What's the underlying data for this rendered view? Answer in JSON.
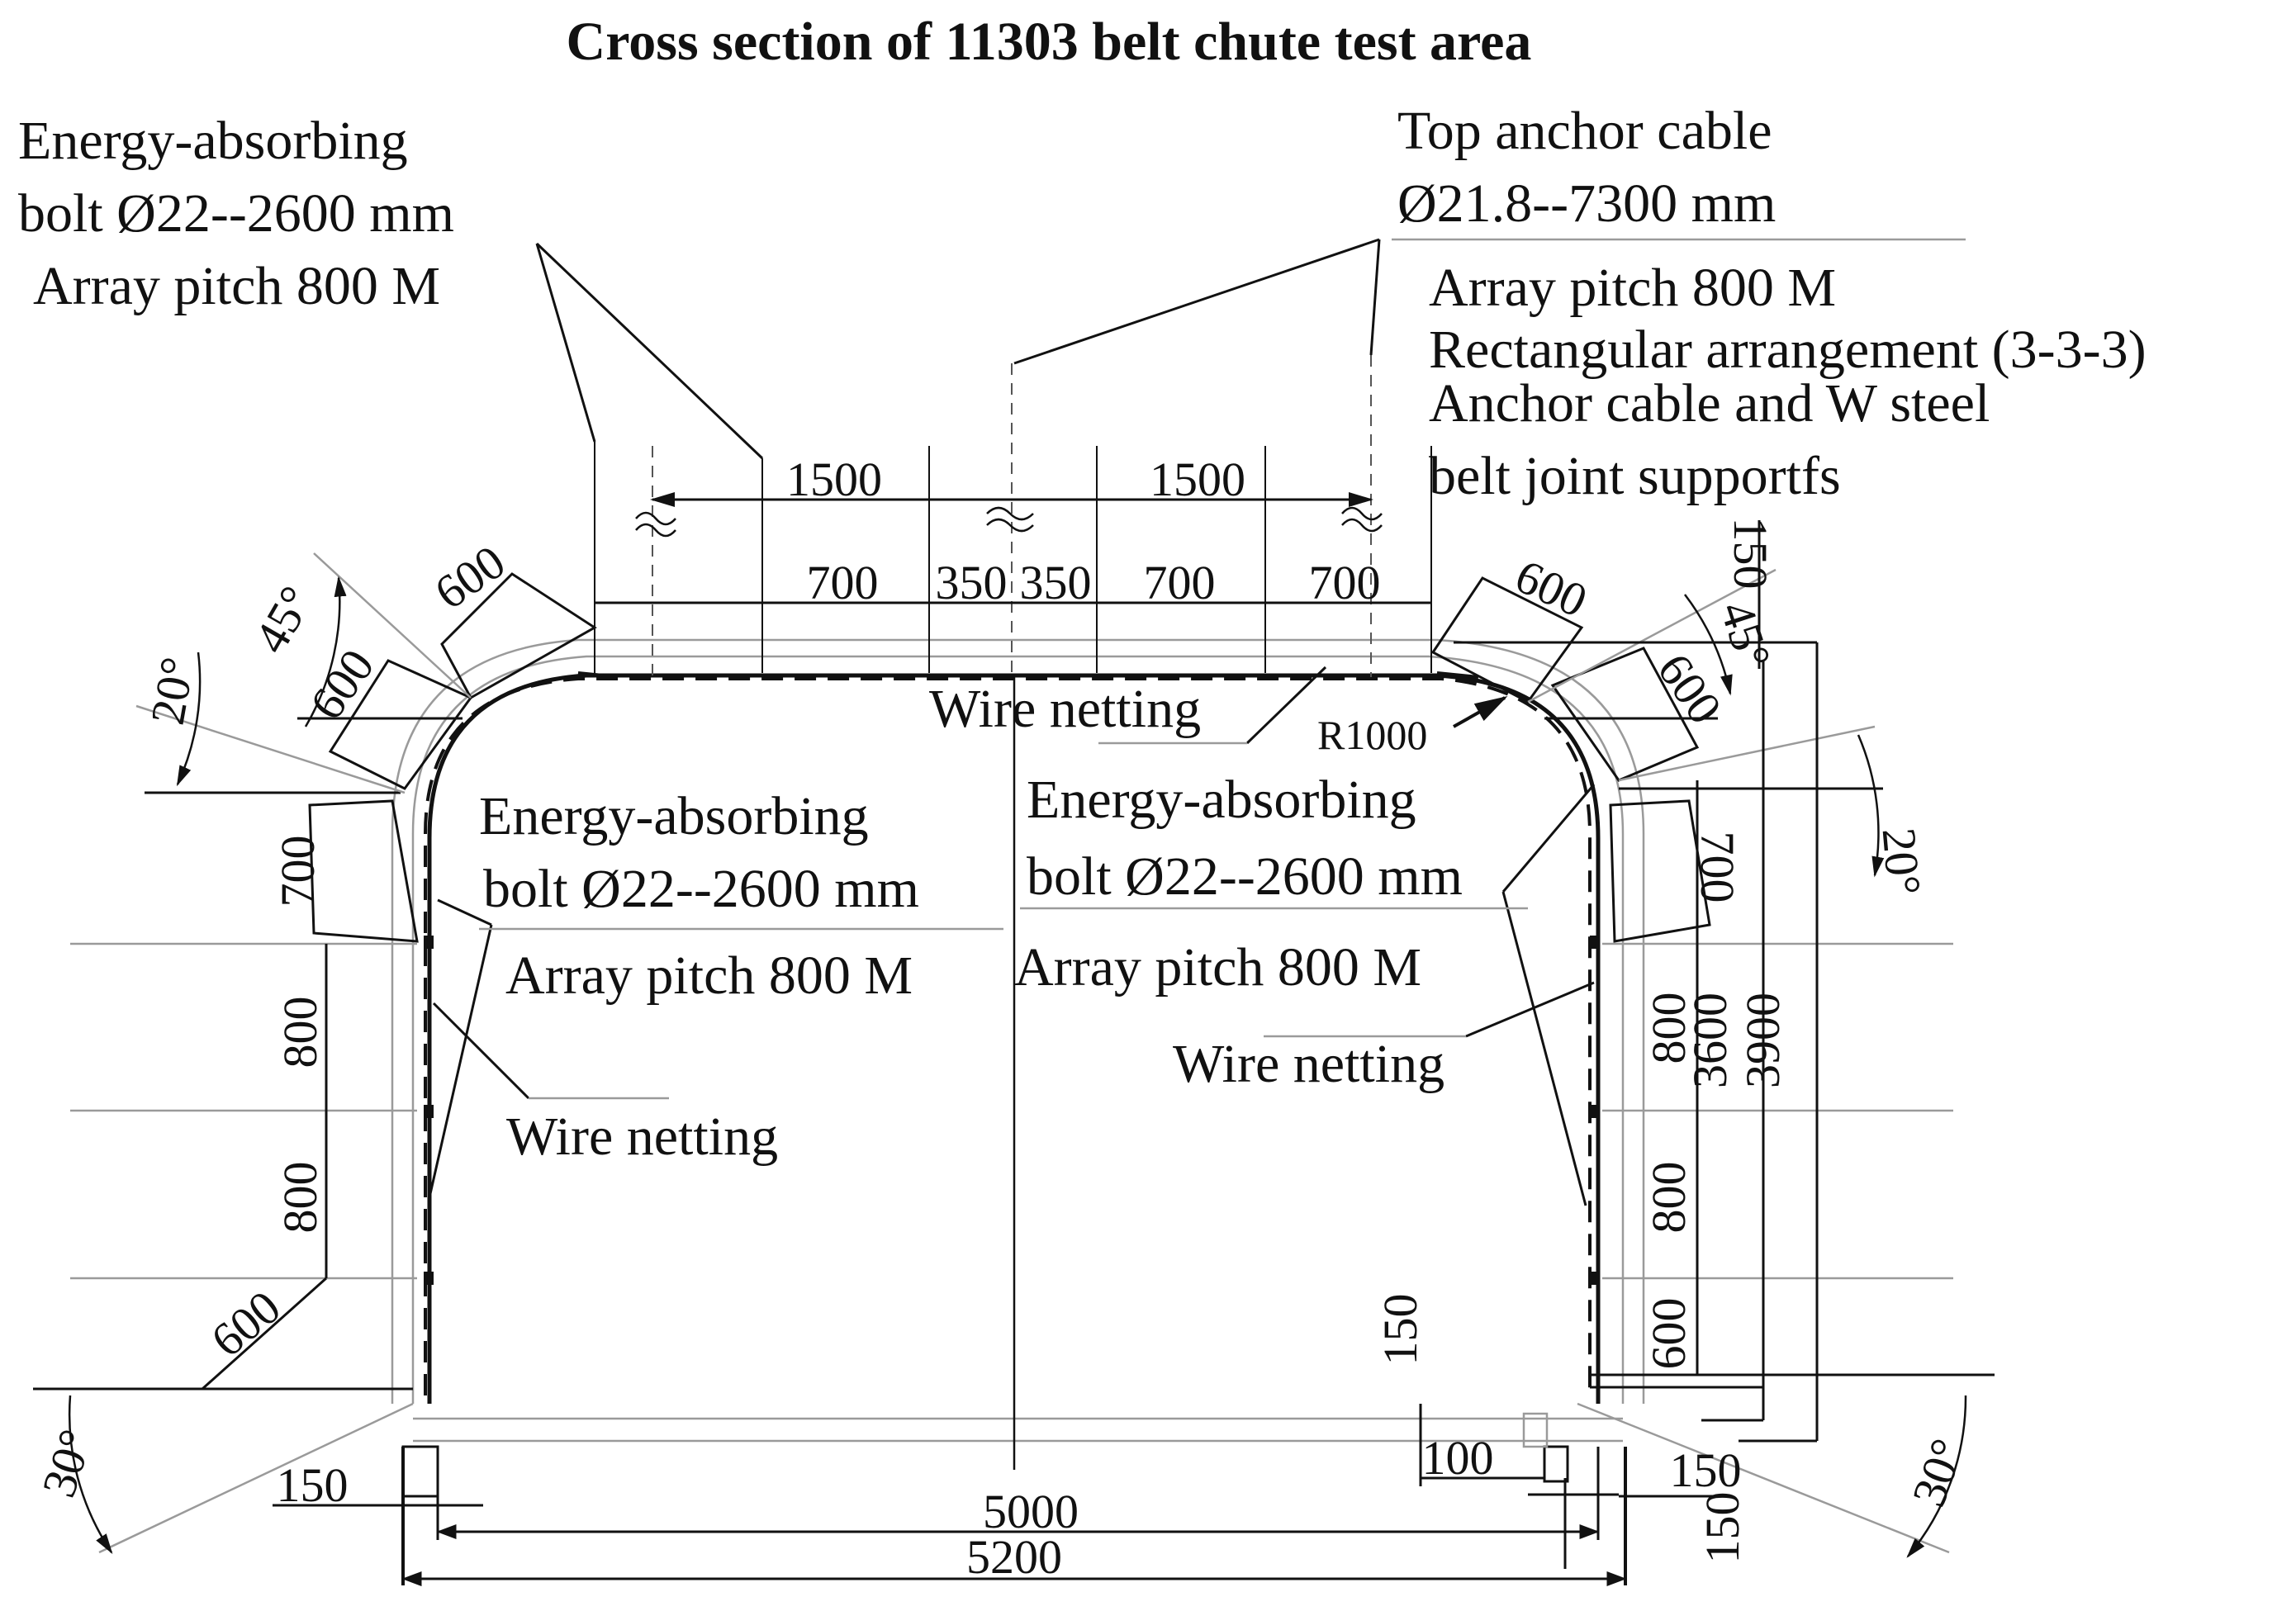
{
  "title": "Cross section of 11303 belt chute test area",
  "top_left": {
    "line1": "Energy-absorbing",
    "line2": "bolt Ø22--2600 mm",
    "line3": "Array pitch 800 M"
  },
  "top_right": {
    "line1": "Top anchor cable",
    "line2": "Ø21.8--7300 mm",
    "line3": "Array pitch 800 M",
    "line4": "Rectangular arrangement (3-3-3)",
    "line5": "Anchor cable and W steel",
    "line6": "belt joint supportfs"
  },
  "inner_left": {
    "line1": "Energy-absorbing",
    "line2": "bolt Ø22--2600 mm",
    "line3": "Array pitch 800 M",
    "line4": "Wire netting"
  },
  "inner_right": {
    "line1": "Energy-absorbing",
    "line2": "bolt Ø22--2600 mm",
    "line3": "Array pitch 800 M",
    "line4": "Wire netting"
  },
  "wire_netting_top": "Wire netting",
  "radius_label": "R1000",
  "dims": {
    "cable_left": "1500",
    "cable_right": "1500",
    "roof": [
      "700",
      "350",
      "350",
      "700",
      "700"
    ],
    "corner_left_upper": "600",
    "corner_left_lower": "600",
    "corner_right_upper": "600",
    "corner_right_lower": "600",
    "angle_left_45": "45°",
    "angle_left_20": "20°",
    "angle_right_45": "45°",
    "angle_right_20": "20°",
    "angle_left_30": "30°",
    "angle_right_30": "30°",
    "wall_left": [
      "700",
      "800",
      "800"
    ],
    "wall_left_bottom": "600",
    "wall_right": [
      "700",
      "800",
      "800",
      "600"
    ],
    "right_top_150": "150",
    "height_3600": "3600",
    "height_3900": "3900",
    "floor_left_150": "150",
    "floor_right_150": "150",
    "floor_right_150b": "150",
    "floor_inner_150": "150",
    "floor_100": "100",
    "width_5000": "5000",
    "width_5200": "5200"
  }
}
